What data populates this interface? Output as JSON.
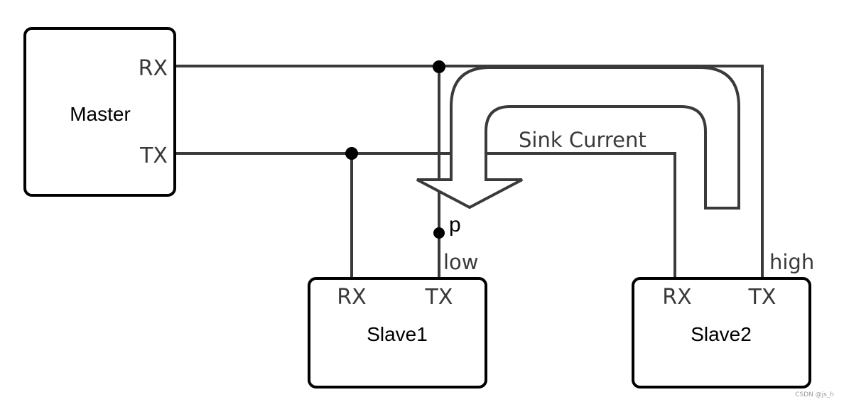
{
  "master": {
    "title": "Master",
    "rx_label": "RX",
    "tx_label": "TX"
  },
  "slave1": {
    "title": "Slave1",
    "rx_label": "RX",
    "tx_label": "TX"
  },
  "slave2": {
    "title": "Slave2",
    "rx_label": "RX",
    "tx_label": "TX"
  },
  "annotations": {
    "sink_current": "Sink Current",
    "node_p": "p",
    "low": "low",
    "high": "high"
  },
  "watermark": "CSDN @js_h",
  "colors": {
    "wire": "#3a3a3a",
    "box_border": "#000000",
    "background": "#ffffff"
  }
}
